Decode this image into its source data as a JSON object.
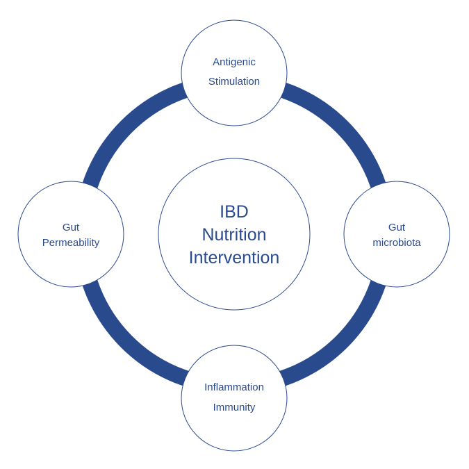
{
  "diagram": {
    "center": {
      "lines": [
        "IBD",
        "Nutrition",
        "Intervention"
      ]
    },
    "nodes": {
      "top": {
        "lines": [
          "Antigenic",
          "Stimulation"
        ]
      },
      "right": {
        "lines": [
          "Gut",
          "microbiota"
        ]
      },
      "bottom": {
        "lines": [
          "Inflammation",
          "Immunity"
        ]
      },
      "left": {
        "lines": [
          "Gut",
          "Permeability"
        ]
      }
    },
    "colors": {
      "ring": "#2a4a8e",
      "node_stroke": "#2a4a8e",
      "text": "#2a4a8e",
      "fill": "#ffffff"
    }
  }
}
